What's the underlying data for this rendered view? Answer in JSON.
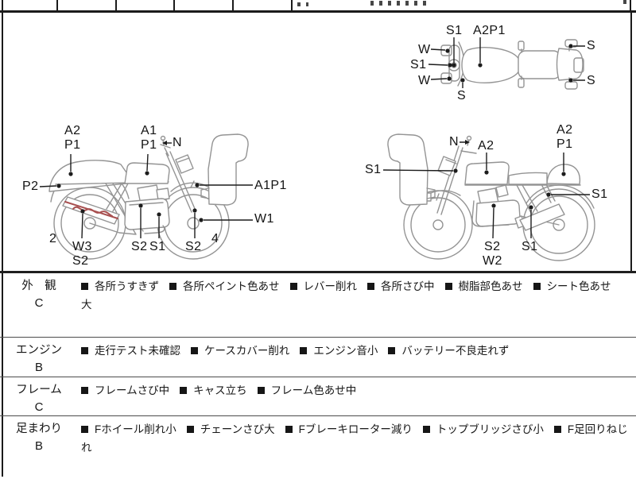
{
  "sheet": {
    "top_view": {
      "labels": [
        "S1",
        "A2P1",
        "W",
        "S1",
        "W",
        "S",
        "S",
        "S"
      ]
    },
    "left_view": {
      "labels": [
        "A2",
        "P1",
        "A1",
        "P1",
        "N",
        "P2",
        "A1P1",
        "W1",
        "2",
        "W3",
        "S2",
        "S2",
        "S1",
        "S2",
        "4"
      ]
    },
    "right_view": {
      "labels": [
        "N",
        "A2",
        "A2",
        "P1",
        "S1",
        "S1",
        "S2",
        "W2",
        "S1"
      ]
    },
    "table": {
      "rows": [
        {
          "category": "外　観",
          "grade": "C",
          "items": [
            "各所うすきず",
            "各所ペイント色あせ",
            "レバー削れ",
            "各所さび中",
            "樹脂部色あせ",
            "シート色あせ大"
          ]
        },
        {
          "category": "エンジン",
          "grade": "B",
          "items": [
            "走行テスト未確認",
            "ケースカバー削れ",
            "エンジン音小",
            "バッテリー不良走れず"
          ]
        },
        {
          "category": "フレーム",
          "grade": "C",
          "items": [
            "フレームさび中",
            "キャス立ち",
            "フレーム色あせ中"
          ]
        },
        {
          "category": "足まわり",
          "grade": "B",
          "items": [
            "Fホイール削れ小",
            "チェーンさび大",
            "Fブレーキローター減り",
            "トップブリッジさび小",
            "F足回りねじれ"
          ]
        }
      ]
    },
    "colors": {
      "line_art": "#949494",
      "ink": "#1c1c1c",
      "damage_red": "#a85050"
    }
  }
}
